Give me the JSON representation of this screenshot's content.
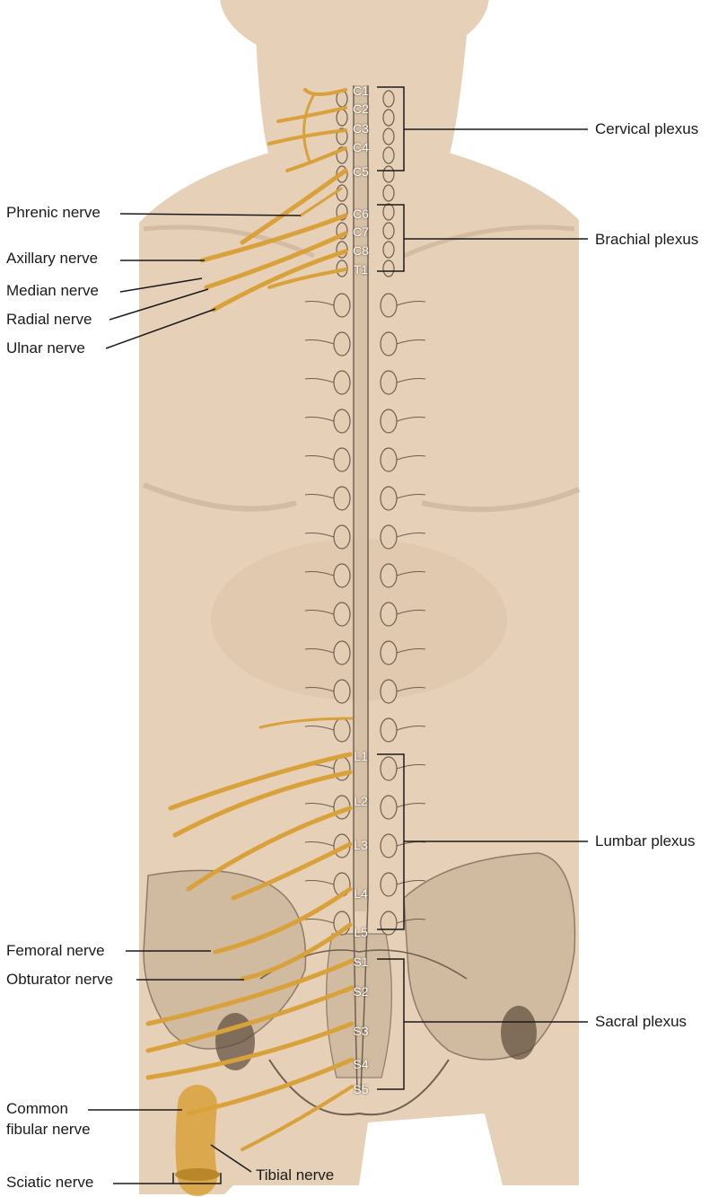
{
  "labels": {
    "left": {
      "phrenic": "Phrenic nerve",
      "axillary": "Axillary nerve",
      "median": "Median nerve",
      "radial": "Radial nerve",
      "ulnar": "Ulnar nerve",
      "femoral": "Femoral nerve",
      "obturator": "Obturator nerve",
      "common_fibular_1": "Common",
      "common_fibular_2": "fibular nerve",
      "sciatic": "Sciatic nerve"
    },
    "bottom": {
      "tibial": "Tibial nerve"
    },
    "right": {
      "cervical": "Cervical plexus",
      "brachial": "Brachial plexus",
      "lumbar": "Lumbar plexus",
      "sacral": "Sacral plexus"
    }
  },
  "segments": [
    "C1",
    "C2",
    "C3",
    "C4",
    "C5",
    "C6",
    "C7",
    "C8",
    "T1",
    "L1",
    "L2",
    "L3",
    "L4",
    "L5",
    "S1",
    "S2",
    "S3",
    "S4",
    "S5"
  ],
  "colors": {
    "body": "#e6d0b8",
    "body_shadow": "#d8bea3",
    "nerve": "#d9a13a",
    "nerve_dark": "#b9862a",
    "bone": "#c9b49a",
    "bone_line": "#6f5f4f",
    "leader": "#1a1a1a"
  }
}
